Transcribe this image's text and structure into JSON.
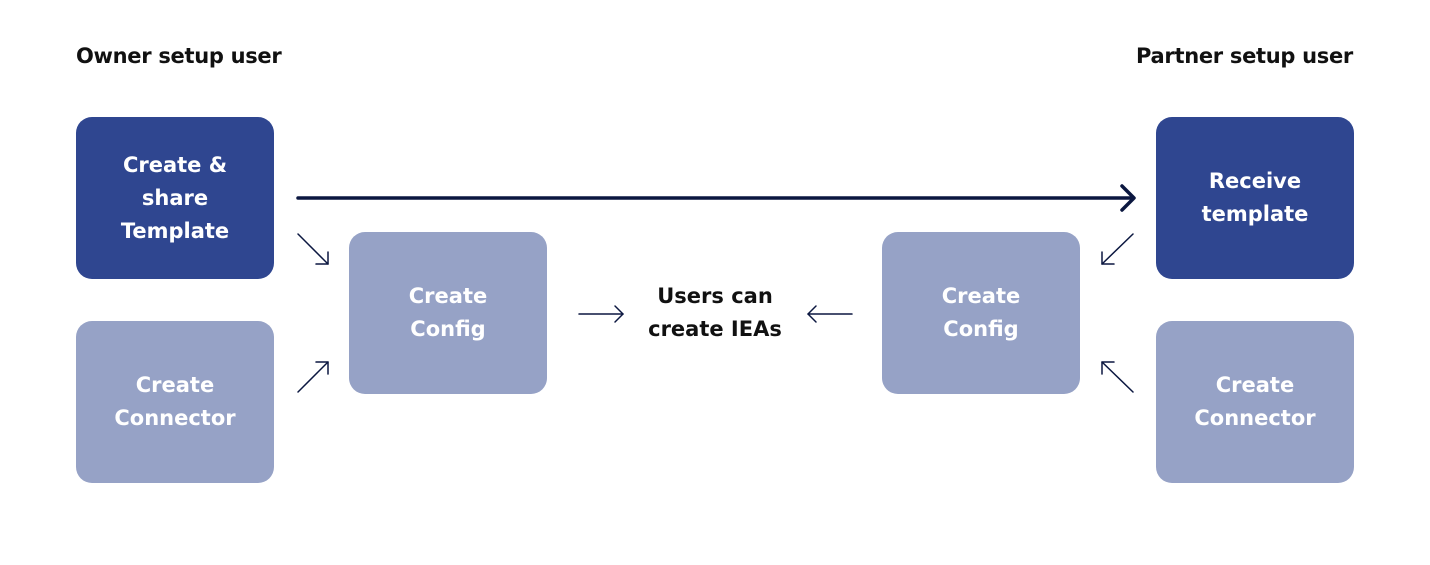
{
  "owner": {
    "heading": "Owner setup user",
    "template_box": "Create &\nshare\nTemplate",
    "connector_box": "Create\nConnector",
    "config_box": "Create\nConfig"
  },
  "partner": {
    "heading": "Partner setup user",
    "template_box": "Receive\ntemplate",
    "connector_box": "Create\nConnector",
    "config_box": "Create\nConfig"
  },
  "center": {
    "result": "Users can\ncreate IEAs"
  },
  "colors": {
    "dark_box": "#2f4690",
    "light_box": "#96a2c6",
    "arrow": "#0b1740"
  }
}
